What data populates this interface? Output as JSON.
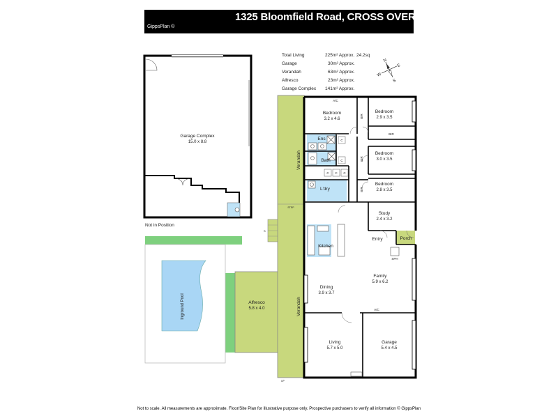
{
  "header": {
    "title": "1325 Bloomfield Road, CROSS OVER",
    "brand": "GippsPlan ©"
  },
  "areas": [
    {
      "name": "Total Living",
      "value": "225m² Approx.",
      "extra": "24.2sq"
    },
    {
      "name": "Garage",
      "value": "30m² Approx.",
      "extra": ""
    },
    {
      "name": "Verandah",
      "value": "63m² Approx.",
      "extra": ""
    },
    {
      "name": "Alfresco",
      "value": "23m² Approx.",
      "extra": ""
    },
    {
      "name": "Garage Complex",
      "value": "141m² Approx.",
      "extra": ""
    }
  ],
  "compass": {
    "n": "N",
    "s": "S",
    "e": "E",
    "w": "W"
  },
  "rooms": {
    "garage_complex": {
      "name": "Garage Complex",
      "size": "15.0 x 8.8"
    },
    "not_in_position": "Not in Position",
    "inground_pool": "Inground Pool",
    "alfresco": {
      "name": "Alfresco",
      "size": "5.8 x 4.0"
    },
    "verandah": "Verandah",
    "bedroom1": {
      "name": "Bedroom",
      "size": "3.2 x 4.6"
    },
    "bedroom2": {
      "name": "Bedroom",
      "size": "2.9 x 3.5"
    },
    "bedroom3": {
      "name": "Bedroom",
      "size": "3.0 x 3.5"
    },
    "bedroom4": {
      "name": "Bedroom",
      "size": "2.8 x 3.5"
    },
    "ens": "Ens",
    "bath": "Bath",
    "laundry": "L'dry",
    "study": {
      "name": "Study",
      "size": "2.4 x 3.2"
    },
    "entry": "Entry",
    "porch": "Porch",
    "kitchen": "Kitchen",
    "family": {
      "name": "Family",
      "size": "5.9 x 6.2"
    },
    "dining": {
      "name": "Dining",
      "size": "3.9 x 3.7"
    },
    "living": {
      "name": "Living",
      "size": "5.7 x 5.0"
    },
    "garage": {
      "name": "Garage",
      "size": "5.4 x 4.5"
    }
  },
  "marks": {
    "bir": "BIR",
    "c": "C",
    "ac": "A/C",
    "step": "STEP",
    "up": "UP",
    "s": "S",
    "sph": "SPH"
  },
  "footer": "Not to scale. All measurements are approximate. Floor/Site Plan for illustrative purpose only. Prospective purchasers to verify all information © GippsPlan"
}
